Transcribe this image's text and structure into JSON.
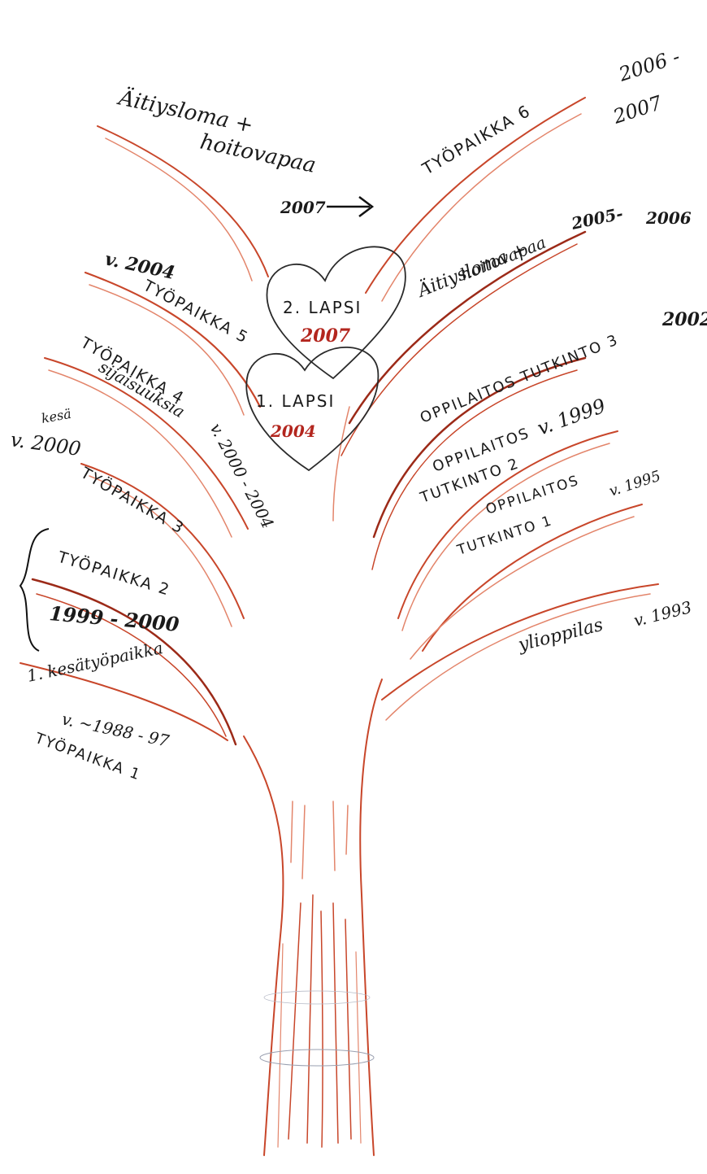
{
  "labels": {
    "top_left_note_1": "Äitiysloma +",
    "top_left_note_2": "hoitovapaa",
    "arrow_year": "2007",
    "work6": "TYÖPAIKKA 6",
    "work6_years_1": "2006 -",
    "work6_years_2": "2007",
    "right_note_1": "Äitiysloma +",
    "right_note_2": "hoitovapaa",
    "right_note_years": "2005-",
    "right_note_years_end": "2006",
    "child2": "2. LAPSI",
    "child2_year": "2007",
    "child1": "1. LAPSI",
    "child1_year": "2004",
    "work5_year": "v. 2004",
    "work5": "TYÖPAIKKA 5",
    "work4": "TYÖPAIKKA 4",
    "work4_note": "sijaisuuksia",
    "work4_years": "v. 2000 - 2004",
    "work3_note_1": "kesä",
    "work3_note_2": "v. 2000",
    "work3": "TYÖPAIKKA 3",
    "work2": "TYÖPAIKKA 2",
    "work2_years": "1999 - 2000",
    "work1_note_1": "1. kesätyöpaikka",
    "work1_note_2": "v. ~1988 - 97",
    "work1": "TYÖPAIKKA 1",
    "edu3": "OPPILAITOS TUTKINTO 3",
    "edu3_year": "2002",
    "edu2_a": "OPPILAITOS",
    "edu2_b": "TUTKINTO 2",
    "edu2_year": "v. 1999",
    "edu1_a": "OPPILAITOS",
    "edu1_b": "TUTKINTO 1",
    "edu1_year": "v. 1995",
    "school": "ylioppilas",
    "school_year": "v. 1993"
  },
  "colors": {
    "branch": "#c8462a",
    "branch_dark": "#9c2a18",
    "ink": "#1a1a1a",
    "red_ink": "#b3261e"
  }
}
